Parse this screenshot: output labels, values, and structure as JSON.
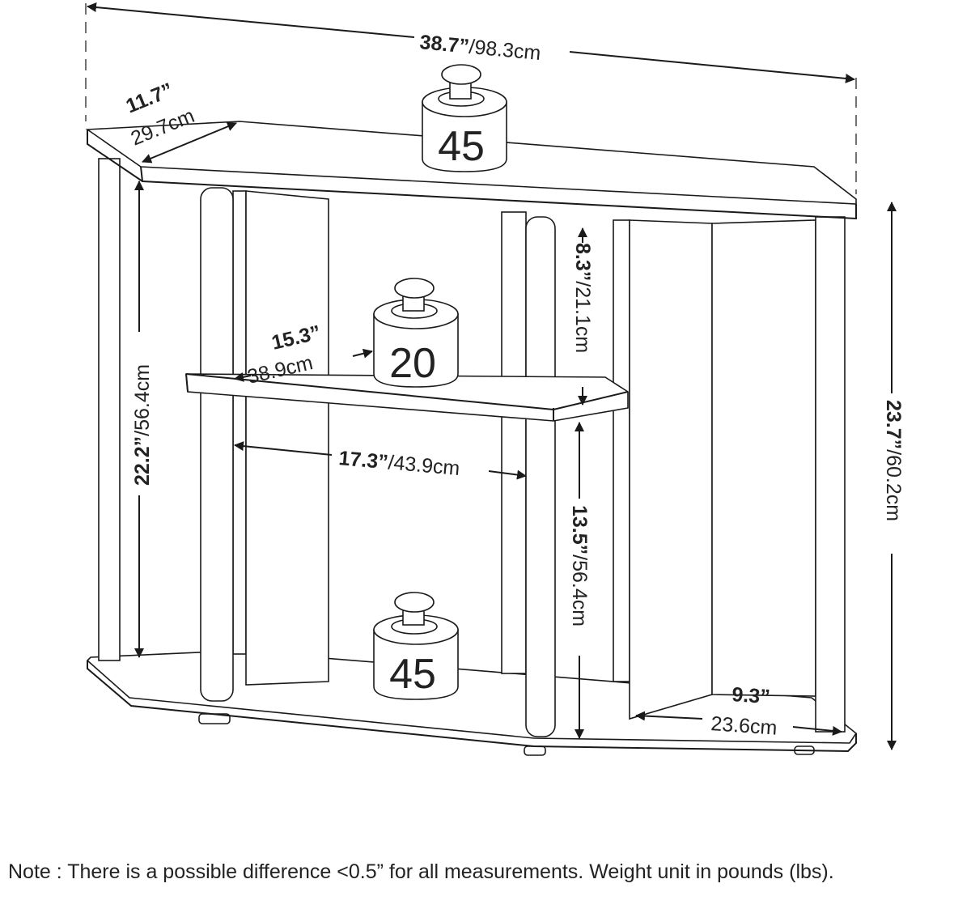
{
  "dimensions": {
    "width": {
      "imperial": "38.7”",
      "metric": "/98.3cm"
    },
    "top_depth": {
      "imperial": "11.7”",
      "metric": "29.7cm"
    },
    "leg_height": {
      "imperial": "22.2”",
      "metric": "/56.4cm"
    },
    "upper_clearance": {
      "imperial": "8.3”",
      "metric": "/21.1cm"
    },
    "shelf_depth": {
      "imperial": "15.3”",
      "metric": "38.9cm"
    },
    "inner_width": {
      "imperial": "17.3”",
      "metric": "/43.9cm"
    },
    "lower_clearance": {
      "imperial": "13.5”",
      "metric": "/56.4cm"
    },
    "total_height": {
      "imperial": "23.7”",
      "metric": "/60.2cm"
    },
    "base_depth": {
      "imperial": "9.3”",
      "metric": "23.6cm"
    }
  },
  "weights": {
    "top": "45",
    "middle": "20",
    "bottom": "45"
  },
  "note": "Note : There is a possible difference <0.5” for all measurements. Weight unit in pounds (lbs)."
}
